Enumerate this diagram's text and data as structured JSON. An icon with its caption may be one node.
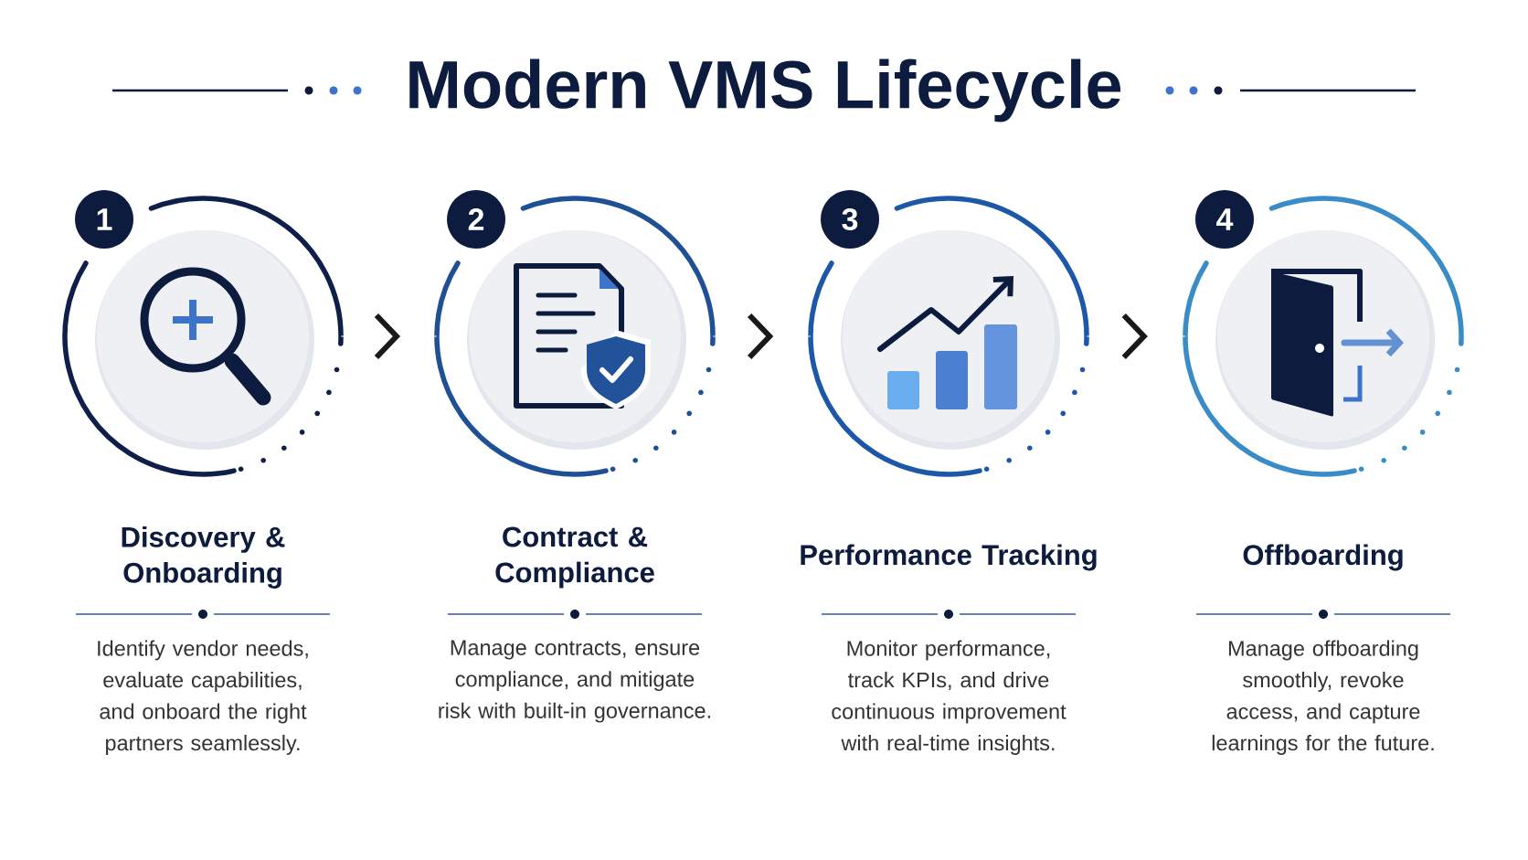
{
  "diagram": {
    "title": "Modern VMS Lifecycle",
    "nodes": [
      {
        "text": [
          "1",
          "Discovery & Onboarding",
          "Identify vendor needs, evaluate capabilities, and onboard the right partners seamlessly."
        ]
      },
      {
        "text": [
          "2",
          "Contract & Compliance",
          "Manage contracts, ensure compliance, and mitigate risk with built-in governance."
        ]
      },
      {
        "text": [
          "3",
          "Performance Tracking",
          "Monitor performance, track KPIs, and drive continuous improvement with real-time insights."
        ]
      },
      {
        "text": [
          "4",
          "Offboarding",
          "Manage offboarding smoothly, revoke access, and capture learnings for the future."
        ]
      }
    ],
    "edges": [
      {
        "from": 0,
        "to": 1,
        "arrow": "to"
      },
      {
        "from": 1,
        "to": 2,
        "arrow": "to"
      },
      {
        "from": 2,
        "to": 3,
        "arrow": "to"
      }
    ]
  }
}
